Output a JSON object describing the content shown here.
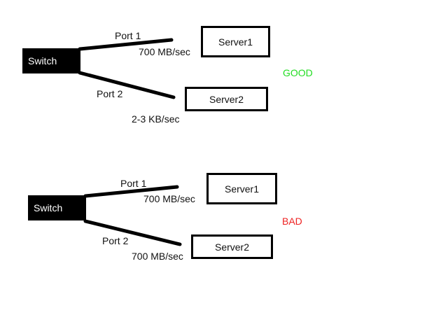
{
  "scenarios": [
    {
      "switch_label": "Switch",
      "port1_label": "Port 1",
      "port1_speed": "700 MB/sec",
      "server1_label": "Server1",
      "port2_label": "Port 2",
      "port2_speed": "2-3 KB/sec",
      "server2_label": "Server2",
      "status_label": "GOOD",
      "status_color": "#22dd22"
    },
    {
      "switch_label": "Switch",
      "port1_label": "Port 1",
      "port1_speed": "700 MB/sec",
      "server1_label": "Server1",
      "port2_label": "Port 2",
      "port2_speed": "700 MB/sec",
      "server2_label": "Server2",
      "status_label": "BAD",
      "status_color": "#ee2222"
    }
  ]
}
